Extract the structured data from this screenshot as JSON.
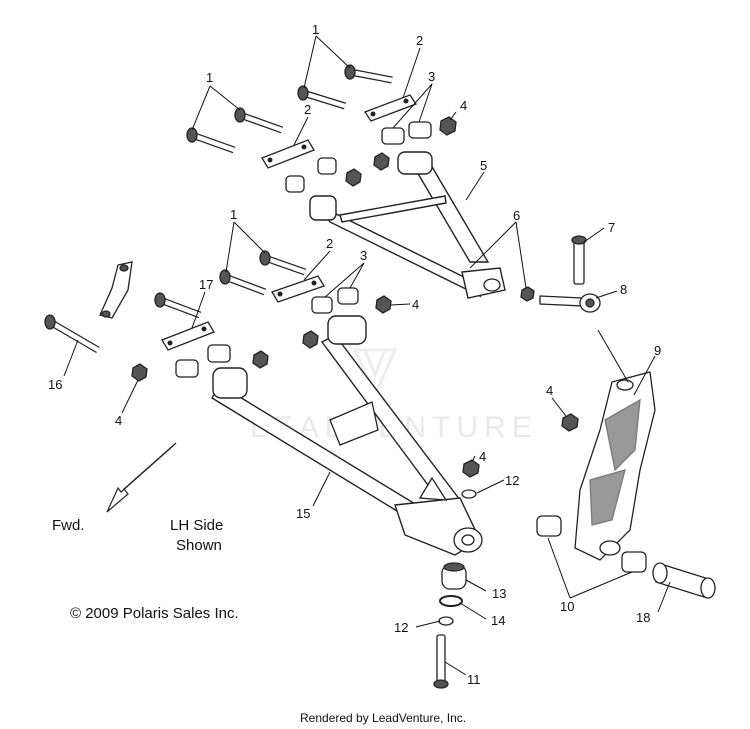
{
  "callouts": {
    "c1a": "1",
    "c1b": "1",
    "c1c": "1",
    "c2a": "2",
    "c2b": "2",
    "c2c": "2",
    "c3a": "3",
    "c3b": "3",
    "c4a": "4",
    "c4b": "4",
    "c4c": "4",
    "c4d": "4",
    "c4e": "4",
    "c5": "5",
    "c6": "6",
    "c7": "7",
    "c8": "8",
    "c9": "9",
    "c10": "10",
    "c11": "11",
    "c12a": "12",
    "c12b": "12",
    "c13": "13",
    "c14": "14",
    "c15": "15",
    "c16": "16",
    "c17": "17",
    "c18": "18"
  },
  "notes": {
    "fwd": "Fwd.",
    "side_line1": "LH Side",
    "side_line2": "Shown",
    "copyright": "© 2009 Polaris Sales Inc.",
    "rendered": "Rendered by LeadVenture, Inc."
  },
  "watermark": "LEADVENTURE"
}
